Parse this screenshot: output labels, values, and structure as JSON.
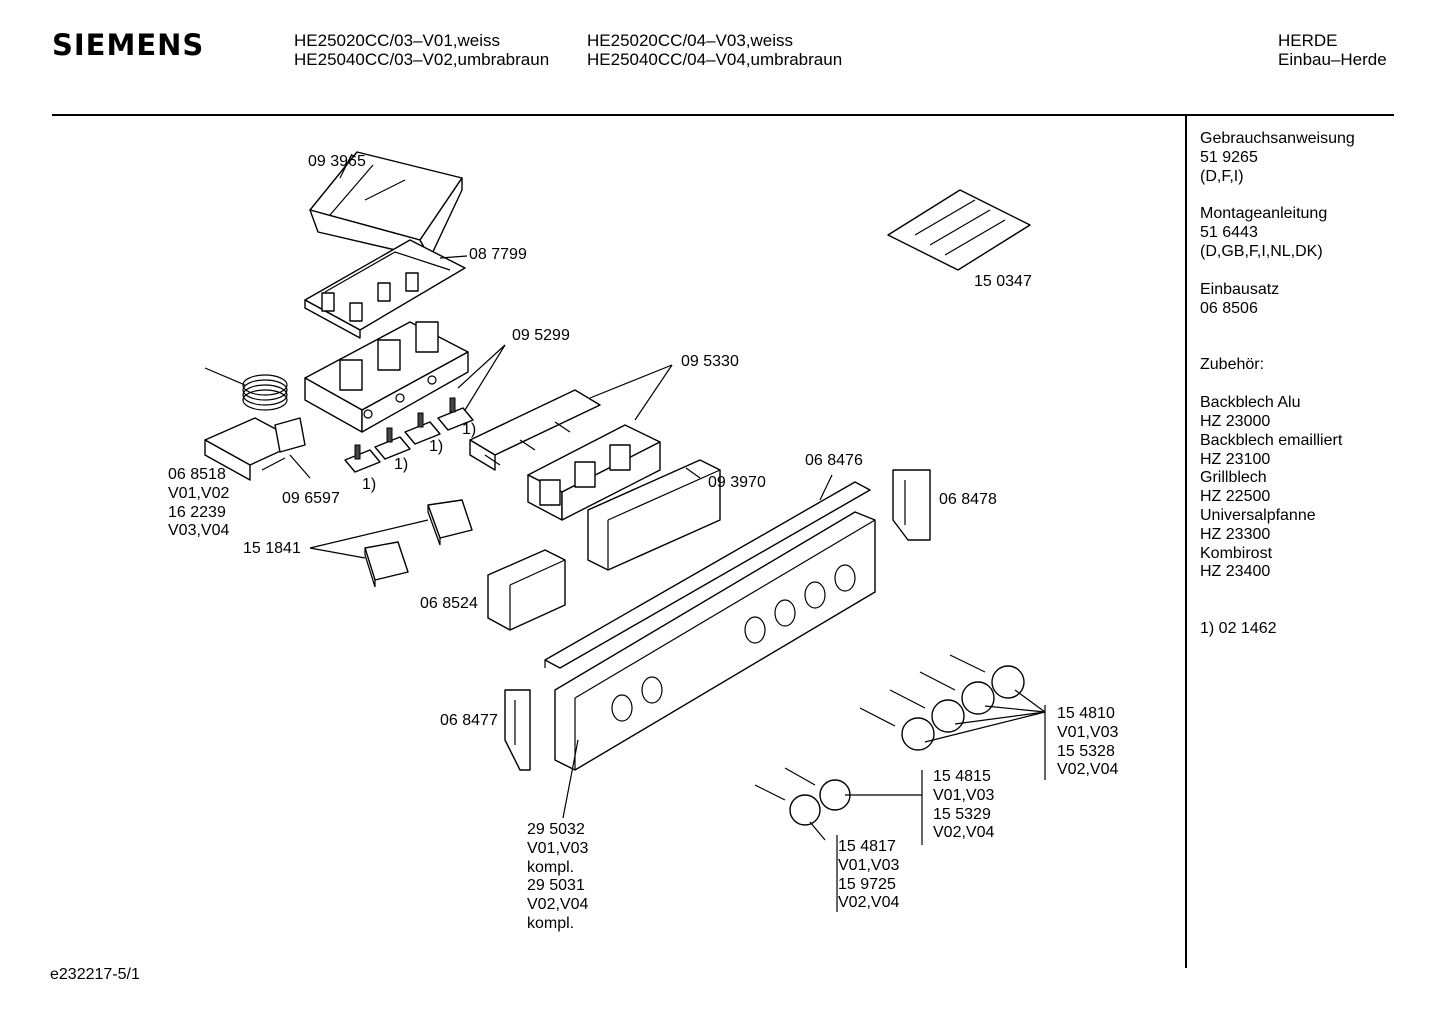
{
  "header": {
    "brand": "SIEMENS",
    "models_left": [
      "HE25020CC/03–V01,weiss",
      "HE25040CC/03–V02,umbrabraun"
    ],
    "models_right": [
      "HE25020CC/04–V03,weiss",
      "HE25040CC/04–V04,umbrabraun"
    ],
    "category": [
      "HERDE",
      "Einbau–Herde"
    ]
  },
  "sidebar": {
    "manual_title": "Gebrauchsanweisung",
    "manual_no": "51 9265",
    "manual_lang": "(D,F,I)",
    "mount_title": "Montageanleitung",
    "mount_no": "51 6443",
    "mount_lang": "(D,GB,F,I,NL,DK)",
    "kit_title": "Einbausatz",
    "kit_no": "06 8506",
    "acc_title": "Zubehör:",
    "accessories": [
      {
        "name": "Backblech Alu",
        "no": "HZ 23000"
      },
      {
        "name": "Backblech emailliert",
        "no": "HZ 23100"
      },
      {
        "name": "Grillblech",
        "no": "HZ 22500"
      },
      {
        "name": "Universalpfanne",
        "no": "HZ 23300"
      },
      {
        "name": "Kombirost",
        "no": "HZ 23400"
      }
    ],
    "footnote": "1)  02 1462"
  },
  "parts": {
    "p093965": "09 3965",
    "p087799": "08 7799",
    "p150347": "15 0347",
    "p095299": "09 5299",
    "p095330": "09 5330",
    "p068476": "06 8476",
    "p068478": "06 8478",
    "p093970": "09 3970",
    "p096597": "09 6597",
    "p068518": [
      "06 8518",
      "V01,V02",
      "16 2239",
      "V03,V04"
    ],
    "p151841": "15 1841",
    "p068524": "06 8524",
    "p068477": "06 8477",
    "p295032": [
      "29 5032",
      "V01,V03",
      "kompl.",
      "29 5031",
      "V02,V04",
      "kompl."
    ],
    "p154810": [
      "15 4810",
      "V01,V03",
      "15 5328",
      "V02,V04"
    ],
    "p154815": [
      "15 4815",
      "V01,V03",
      "15 5329",
      "V02,V04"
    ],
    "p154817": [
      "15 4817",
      "V01,V03",
      "15 9725",
      "V02,V04"
    ],
    "fn1": "1)",
    "fn2": "1)",
    "fn3": "1)",
    "fn4": "1)"
  },
  "footer": {
    "doc_id": "e232217-5/1"
  }
}
